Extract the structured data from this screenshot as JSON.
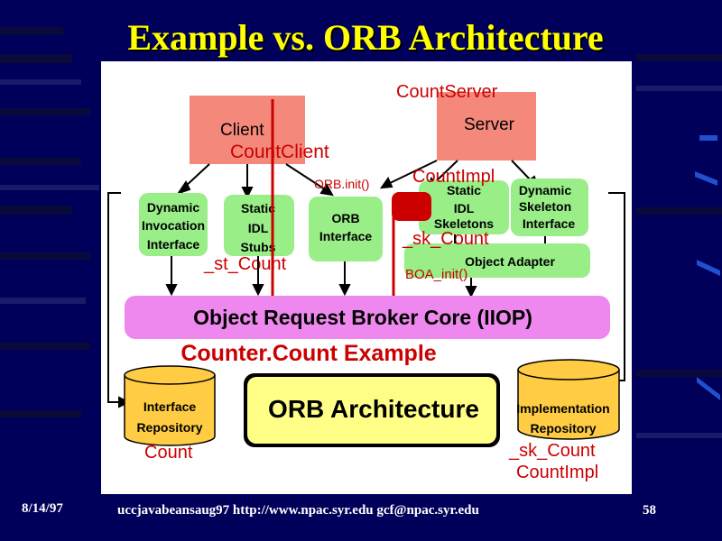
{
  "slide": {
    "title": "Example vs. ORB Architecture",
    "footer_date": "8/14/97",
    "footer_text": "uccjavabeansaug97 http://www.npac.syr.edu gcf@npac.syr.edu",
    "page_number": "58"
  },
  "diagram": {
    "client_box": "Client",
    "server_box": "Server",
    "count_server": "CountServer",
    "count_client": "CountClient",
    "orb_init": "ORB.init()",
    "count_impl": "CountImpl",
    "dii": [
      "Dynamic",
      "Invocation",
      "Interface"
    ],
    "idl_stubs": [
      "Static",
      "IDL",
      "Stubs"
    ],
    "orb_interface": [
      "ORB",
      "Interface"
    ],
    "idl_skeletons": [
      "Static",
      "IDL",
      "Skeletons"
    ],
    "dsi": [
      "Dynamic",
      "Skeleton",
      "Interface"
    ],
    "sk_count_top": "_sk_Count",
    "st_count": "_st_Count",
    "object_adapter": "Object Adapter",
    "boa_init": "BOA_init()",
    "orb_core": "Object Request Broker Core (IIOP)",
    "example_label": "Counter.Count Example",
    "interface_repo": [
      "Interface",
      "Repository"
    ],
    "count_label": "Count",
    "orb_architecture": "ORB Architecture",
    "impl_repo": [
      "Implementation",
      "Repository"
    ],
    "sk_count_bottom": "_sk_Count",
    "count_impl_bottom": "CountImpl"
  },
  "colors": {
    "background": "#00005a",
    "title": "#ffff00",
    "client_server": "#f4887a",
    "component_green": "#99ee88",
    "orb_core_magenta": "#ee88ee",
    "repository_orange": "#ffcc44",
    "orb_arch_box": "#ffff88",
    "label_red": "#cc0000"
  }
}
